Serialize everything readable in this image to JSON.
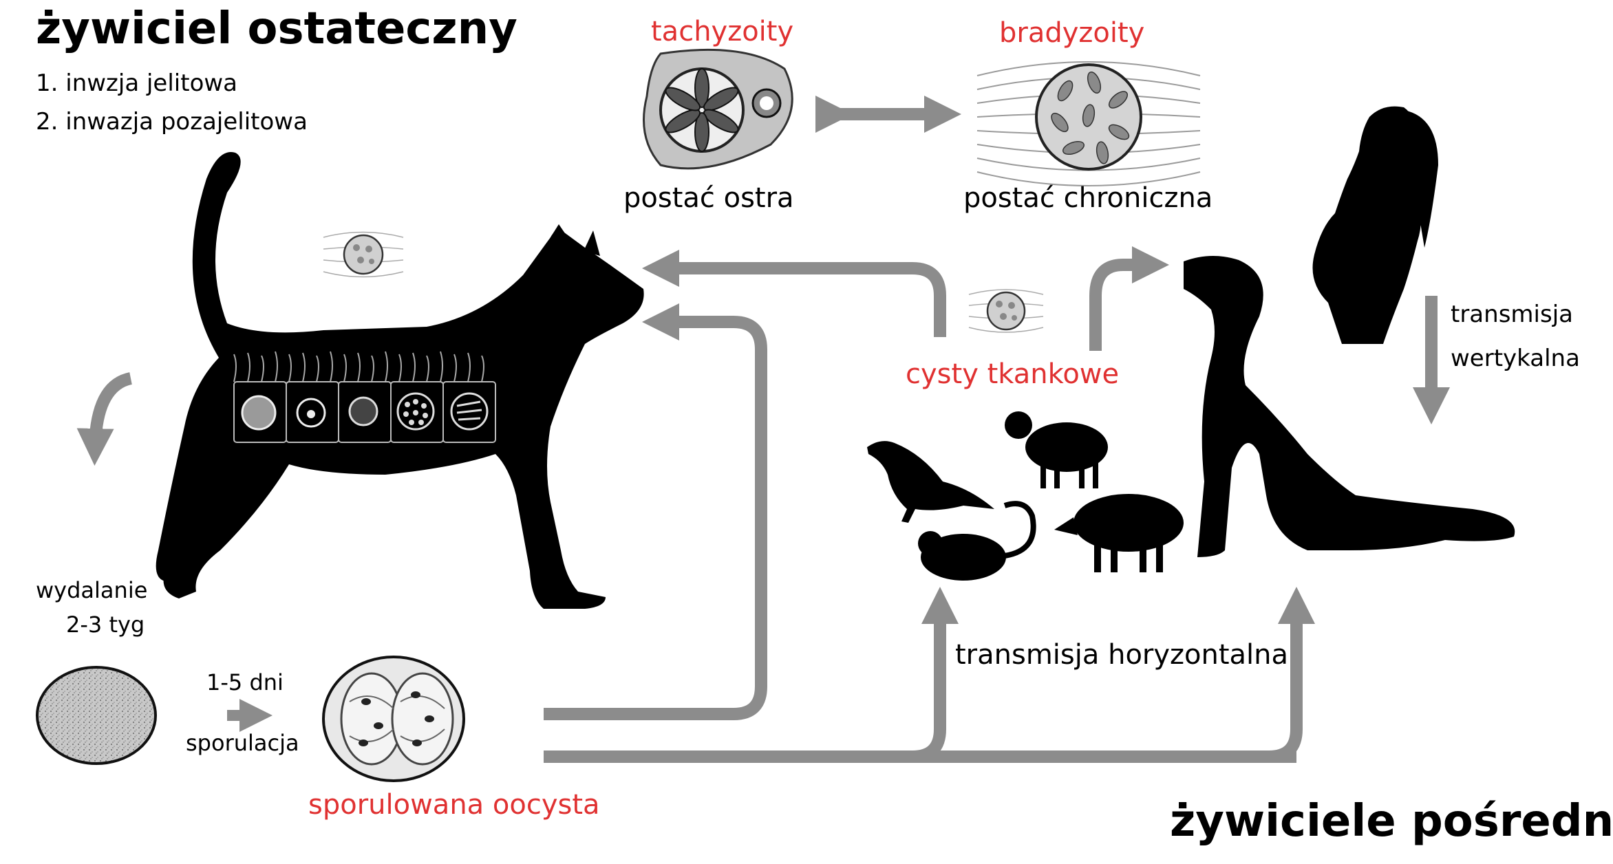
{
  "definitive_host": {
    "title": "żywiciel ostateczny",
    "items": [
      "1. inwzja jelitowa",
      "2. inwazja pozajelitowa"
    ]
  },
  "intermediate_hosts": {
    "title": "żywiciele pośredni"
  },
  "stages": {
    "tachyzoites": {
      "name": "tachyzoity",
      "caption": "postać ostra"
    },
    "bradyzoites": {
      "name": "bradyzoity",
      "caption": "postać chroniczna"
    },
    "tissue_cysts": "cysty tkankowe",
    "sporulated_oocyst": "sporulowana oocysta"
  },
  "shedding": {
    "line1": "wydalanie",
    "line2": "2-3 tyg"
  },
  "sporulation": {
    "time": "1-5 dni",
    "label": "sporulacja"
  },
  "transmission": {
    "vertical_line1": "transmisja",
    "vertical_line2": "wertykalna",
    "horizontal": "transmisja horyzontalna"
  },
  "colors": {
    "accent_red": "#e03131",
    "arrow_gray": "#8c8c8c",
    "silhouette": "#000000"
  }
}
